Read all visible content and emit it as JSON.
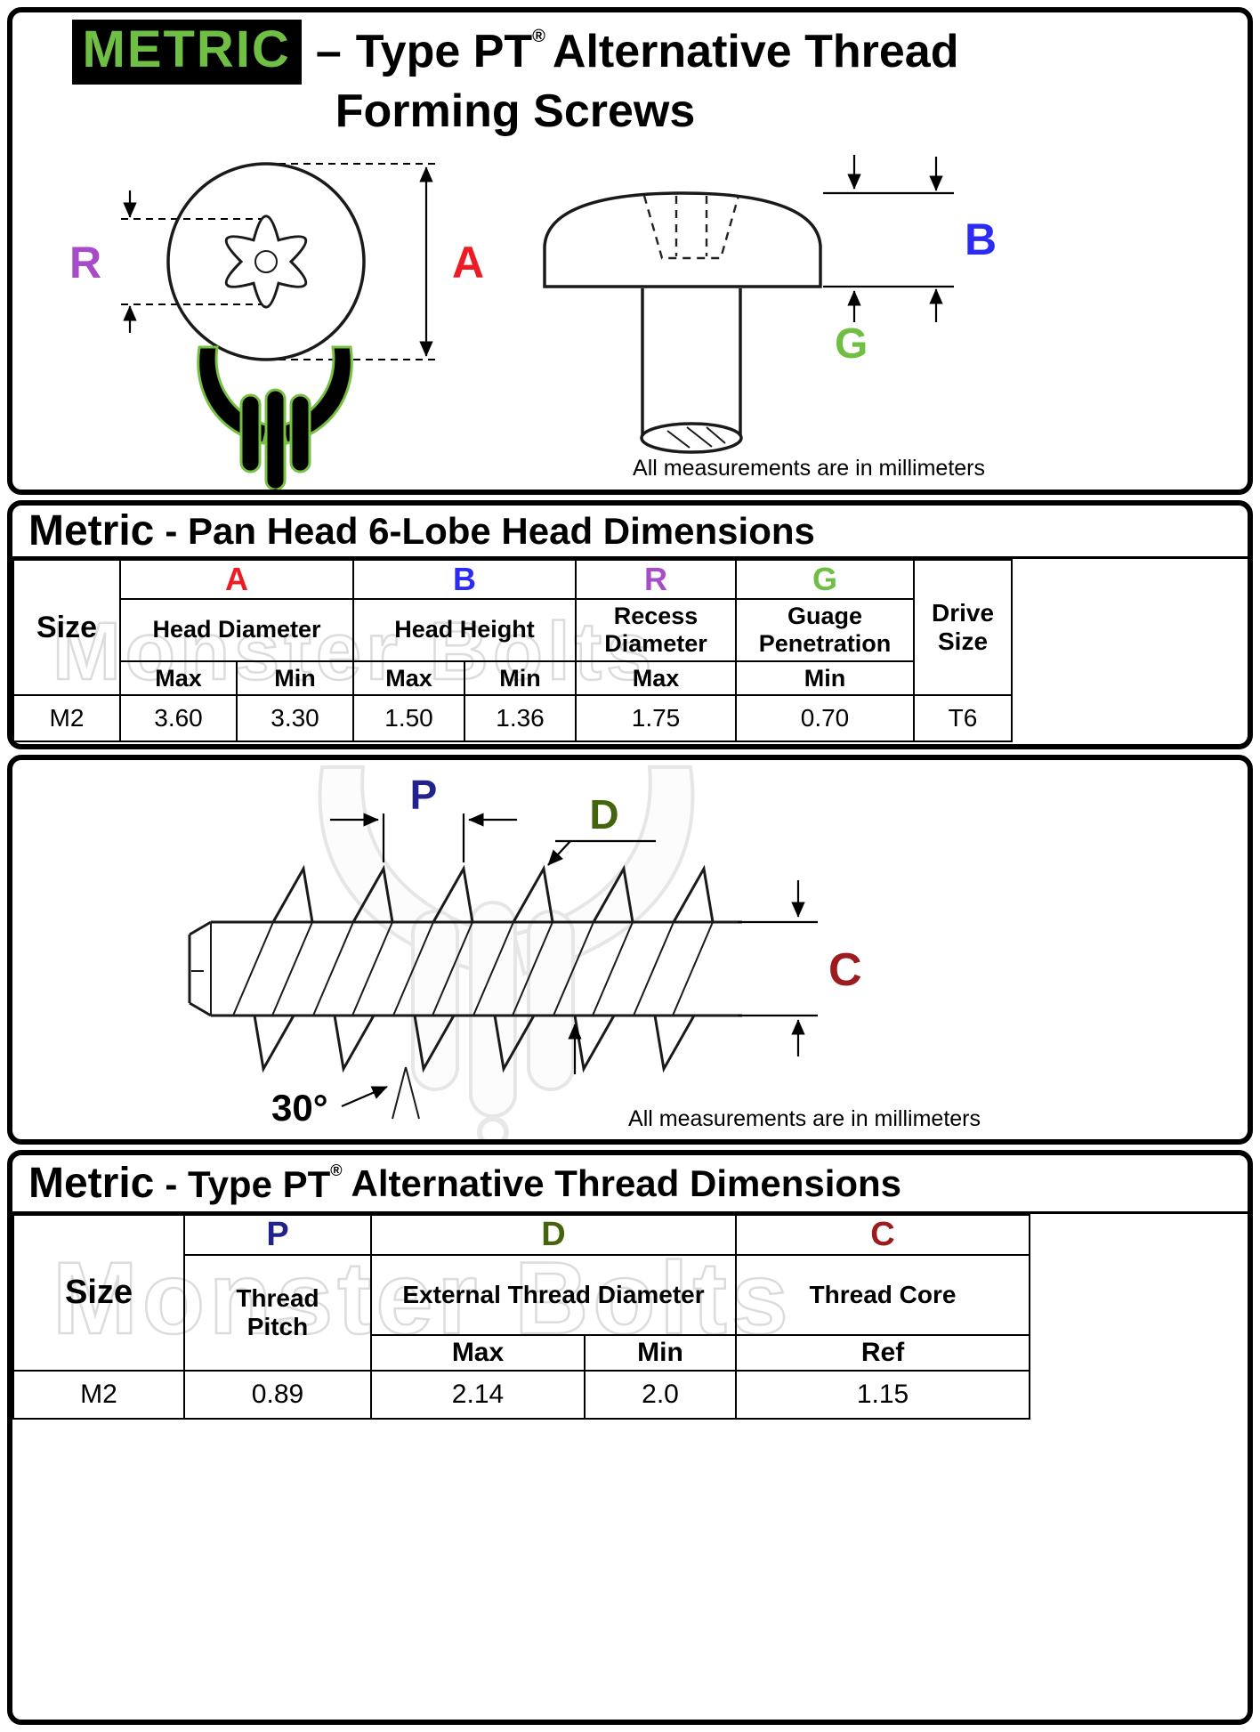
{
  "title": {
    "badge": "METRIC",
    "dash": "–",
    "line1_a": "Type PT",
    "reg": "®",
    "line1_b": "Alternative Thread",
    "line2": "Forming Screws"
  },
  "notes": {
    "measurements": "All measurements are in millimeters"
  },
  "watermark": {
    "brand": "Monster Bolts"
  },
  "colors": {
    "metric_green": "#6FBF44",
    "a_red": "#ED1C24",
    "b_blue": "#2B2BF5",
    "r_purple": "#A84BC8",
    "g_green": "#6FBF44",
    "p_navy": "#22228C",
    "d_dark_green": "#44650D",
    "c_dark_red": "#9B1B1E"
  },
  "head_drawing": {
    "labels": {
      "a": "A",
      "b": "B",
      "r": "R",
      "g": "G"
    }
  },
  "thread_drawing": {
    "labels": {
      "p": "P",
      "d": "D",
      "c": "C",
      "angle": "30°"
    }
  },
  "head_table": {
    "heading_bold": "Metric",
    "heading_rest": "- Pan Head 6-Lobe Head Dimensions",
    "size_label": "Size",
    "drive_label": "Drive Size",
    "columns": {
      "a": {
        "letter": "A",
        "name": "Head Diameter",
        "sub1": "Max",
        "sub2": "Min"
      },
      "b": {
        "letter": "B",
        "name": "Head Height",
        "sub1": "Max",
        "sub2": "Min"
      },
      "r": {
        "letter": "R",
        "name": "Recess Diameter",
        "sub1": "Max"
      },
      "g": {
        "letter": "G",
        "name": "Guage Penetration",
        "sub1": "Min"
      }
    },
    "rows": [
      {
        "size": "M2",
        "a_max": "3.60",
        "a_min": "3.30",
        "b_max": "1.50",
        "b_min": "1.36",
        "r_max": "1.75",
        "g_min": "0.70",
        "drive": "T6"
      }
    ]
  },
  "thread_table": {
    "heading_bold": "Metric",
    "heading_rest": "- Type PT",
    "heading_reg": "®",
    "heading_tail": "Alternative Thread Dimensions",
    "size_label": "Size",
    "columns": {
      "p": {
        "letter": "P",
        "name": "Thread Pitch"
      },
      "d": {
        "letter": "D",
        "name": "External Thread Diameter",
        "sub1": "Max",
        "sub2": "Min"
      },
      "c": {
        "letter": "C",
        "name": "Thread Core",
        "sub1": "Ref"
      }
    },
    "rows": [
      {
        "size": "M2",
        "p": "0.89",
        "d_max": "2.14",
        "d_min": "2.0",
        "c_ref": "1.15"
      }
    ]
  }
}
